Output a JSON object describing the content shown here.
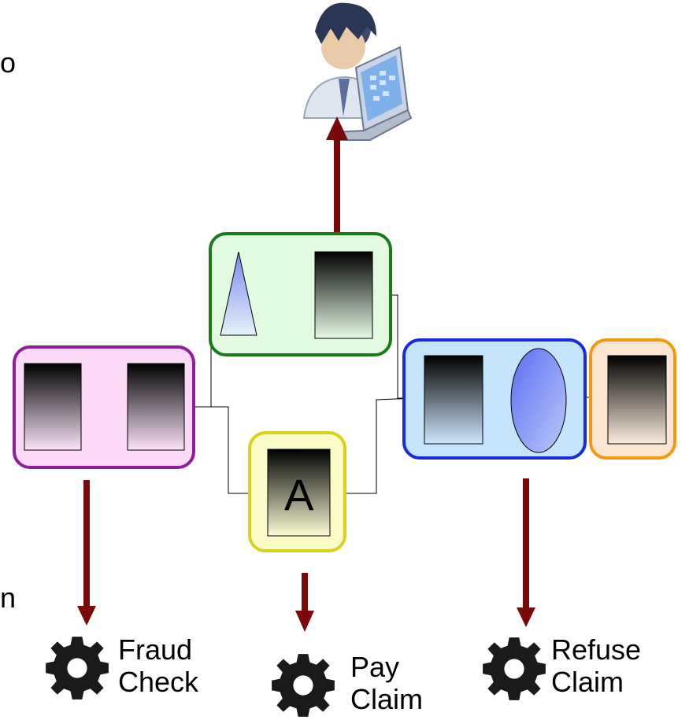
{
  "nodes": {
    "activity_a_label": "A"
  },
  "services": [
    {
      "line1": "Fraud",
      "line2": "Check"
    },
    {
      "line1": "Pay",
      "line2": "Claim"
    },
    {
      "line1": "Refuse",
      "line2": "Claim"
    }
  ],
  "edge_text": {
    "top_left": "o",
    "bottom_left": "n"
  },
  "colors": {
    "arrow": "#7a0a0a",
    "pink_border": "#8e1f96",
    "pink_fill": "#fbd9f7",
    "green_border": "#1a7a1a",
    "green_fill": "#e2fbe0",
    "yellow_border": "#d9d21a",
    "yellow_fill": "#fbfbc8",
    "blue_border": "#1a28e0",
    "blue_fill": "#c4e4fb",
    "orange_border": "#f5980e",
    "orange_fill": "#fbe6d2",
    "gear": "#1a1a1a"
  },
  "icons": [
    "user-with-laptop-icon",
    "gear-icon"
  ]
}
